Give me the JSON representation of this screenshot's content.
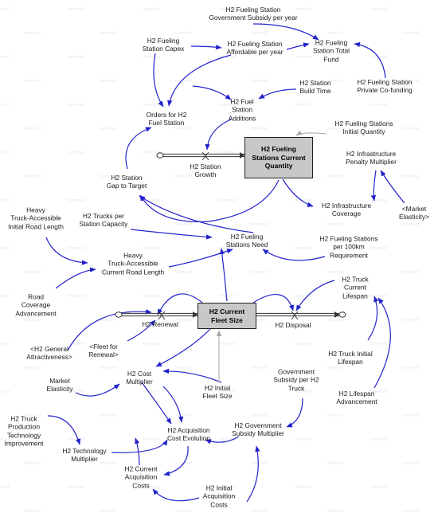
{
  "stocks": {
    "fueling_stations": "H2 Fueling\nStations Current\nQuantity",
    "fleet_size": "H2 Current\nFleet Size"
  },
  "variables": {
    "gov_subsidy_station": "H2 Fueling Station\nGovernment Subsidy per year",
    "station_capex": "H2 Fueling\nStation Capex",
    "station_affordable": "H2 Fueling Station\nAffordable per year",
    "station_total_fund": "H2 Fueling\nStation Total\nFund",
    "private_cofunding": "H2 Fueling Station\nPrivate Co-funding",
    "orders": "Orders for H2\nFuel Station",
    "fuel_station_additions": "H2 Fuel\nStation\nAdditions",
    "station_build_time": "H2 Station\nBuild Time",
    "stations_initial": "H2 Fueling Stations\nInitial Quantity",
    "infra_penalty": "H2 Infrastructure\nPenalty Multiplier",
    "station_growth": "H2 Station\nGrowth",
    "gap_to_target": "H2 Station\nGap to Target",
    "trucks_per_station": "H2 Trucks per\nStation Capacity",
    "infra_coverage": "H2 Infrastructure\nCoverage",
    "market_elasticity_ref": "<Market\nElasticity>",
    "initial_road_length": "Heavy\nTruck-Accessible\nInitial Road Length",
    "stations_need": "H2 Fueling\nStations Need",
    "per_100km": "H2 Fueling Stations\nper 100km\nRequirement",
    "current_road_length": "Heavy\nTruck-Accessible\nCurrent Road Length",
    "truck_lifespan": "H2 Truck\nCurrent\nLifespan",
    "road_coverage_adv": "Road\nCoverage\nAdvancement",
    "renewal": "H2 Renewal",
    "disposal": "H2 Disposal",
    "attractiveness": "<H2 General\nAttractiveness>",
    "fleet_renewal_ref": "<Fleet for\nRenewal>",
    "initial_lifespan": "H2 Truck Initial\nLifespan",
    "market_elasticity": "Market\nElasticity",
    "cost_multiplier": "H2 Cost\nMultiplier",
    "initial_fleet": "H2 Initial\nFleet Size",
    "gov_subsidy_truck": "Government\nSubsidy per H2\nTruck",
    "lifespan_adv": "H2 Lifespan\nAdvancement",
    "production_tech": "H2 Truck\nProduction\nTechnology\nImprovement",
    "acq_cost_evolution": "H2 Acquisition\nCost Evolution",
    "gov_subsidy_multiplier": "H2 Government\nSubsidy Multiplier",
    "tech_multiplier": "H2 Technology\nMultiplier",
    "current_acq_costs": "H2 Current\nAcquisition\nCosts",
    "initial_acq_costs": "H2 Initial\nAcquisition\nCosts"
  },
  "colors": {
    "link": "#2222cc",
    "shadow_link": "#a6a6a6",
    "stock_fill": "#c8c8c8",
    "flow_pipe": "#333333",
    "text": "#1a1a1a"
  }
}
